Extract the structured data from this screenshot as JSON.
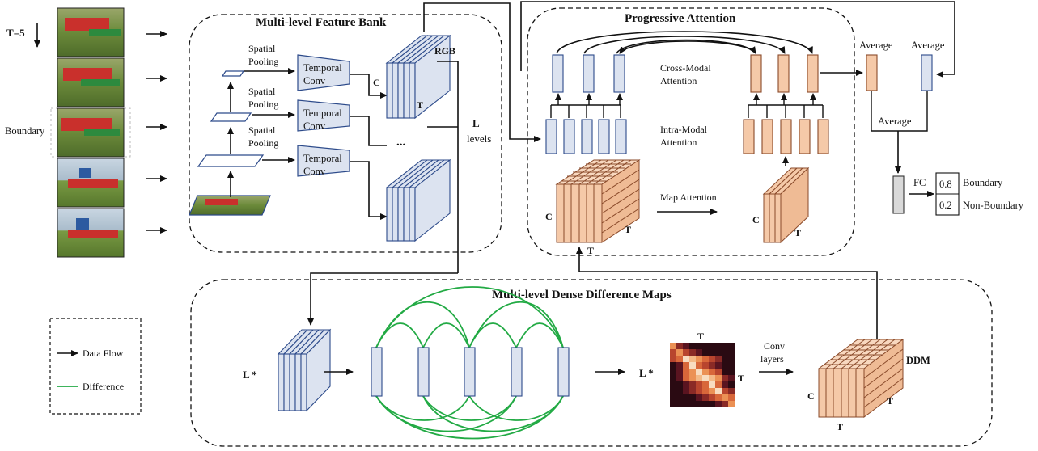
{
  "time_label": "T=5",
  "boundary_side_label": "Boundary",
  "feature_bank": {
    "title": "Multi-level Feature Bank",
    "pooling": [
      "Spatial",
      "Pooling"
    ],
    "temporal_conv": [
      "Temporal",
      "Conv"
    ],
    "rgb": "RGB",
    "c": "C",
    "t": "T",
    "dots": "...",
    "levels": [
      "L",
      "levels"
    ]
  },
  "attention": {
    "title": "Progressive Attention",
    "cross_modal": [
      "Cross-Modal",
      "Attention"
    ],
    "intra_modal": [
      "Intra-Modal",
      "Attention"
    ],
    "map_attention": "Map Attention",
    "c": "C",
    "t": "T"
  },
  "head": {
    "average": "Average",
    "fc": "FC",
    "outputs": [
      {
        "value": "0.8",
        "label": "Boundary"
      },
      {
        "value": "0.2",
        "label": "Non-Boundary"
      }
    ]
  },
  "ddm": {
    "title": "Multi-level Dense Difference Maps",
    "l_star": "L *",
    "conv": [
      "Conv",
      "layers"
    ],
    "ddm": "DDM",
    "c": "C",
    "t": "T"
  },
  "legend": {
    "data_flow": "Data Flow",
    "difference": "Difference"
  },
  "colors": {
    "blue_fill": "#dce3f0",
    "orange_fill": "#f5c9a8",
    "green_arc": "#22aa44",
    "stroke": "#111111"
  }
}
